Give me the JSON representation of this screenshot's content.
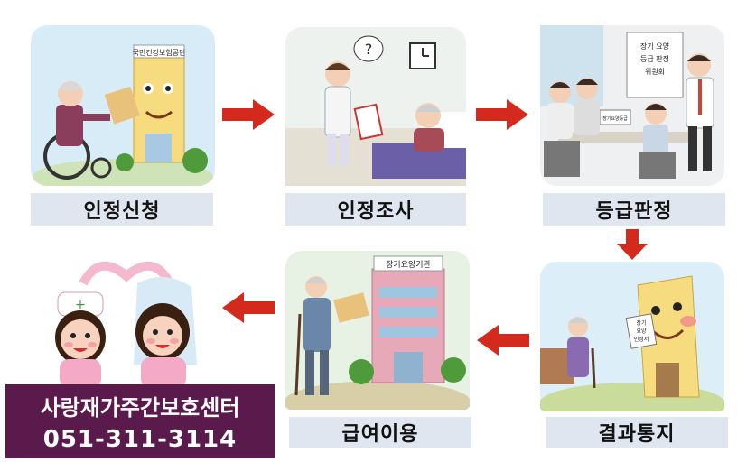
{
  "steps": {
    "s1": "인정신청",
    "s2": "인정조사",
    "s3": "등급판정",
    "s4": "결과통지",
    "s5": "급여이용"
  },
  "signs": {
    "nhis": "국민건강보험공단",
    "board": [
      "장기 요양",
      "등급 판정",
      "위원회"
    ],
    "desk": "장기요양등급",
    "letter": [
      "장기",
      "요양",
      "인정서"
    ],
    "facility": "장기요양기관",
    "speech": "?"
  },
  "center": {
    "name": "사랑재가주간보호센터",
    "phone": "051-311-3114"
  },
  "colors": {
    "arrow": "#d42a1e",
    "label_bg": "#dfe6ef",
    "banner_bg": "#5b1a4c"
  }
}
